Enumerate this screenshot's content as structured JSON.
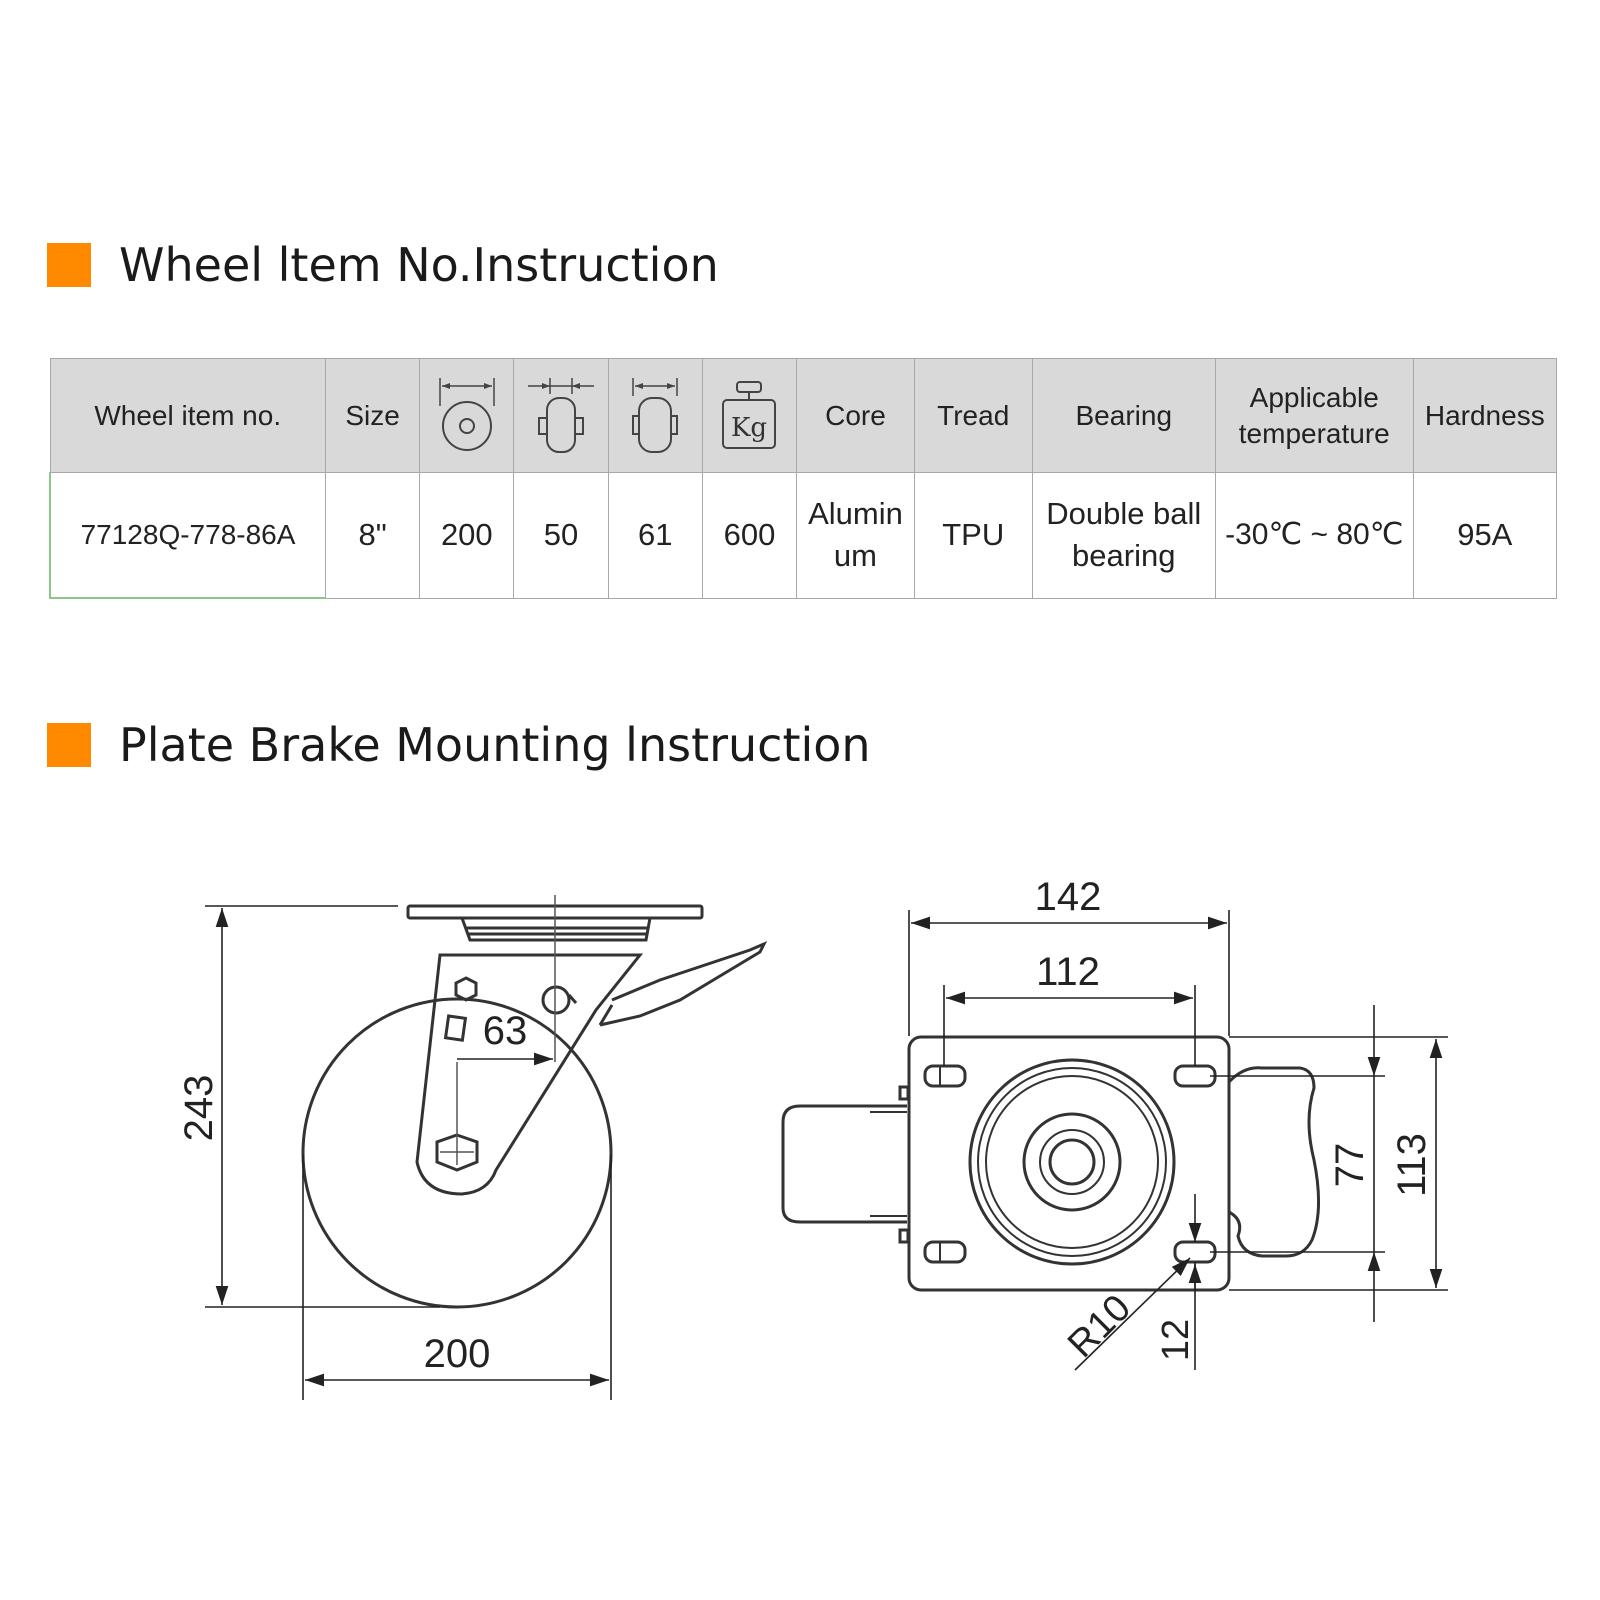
{
  "accent_color": "#ff8a00",
  "section1": {
    "title": "Wheel ltem No.Instruction"
  },
  "section2": {
    "title": "Plate Brake Mounting lnstruction"
  },
  "table": {
    "headers": {
      "item_no": "Wheel item no.",
      "size": "Size",
      "diameter_icon": "wheel-diameter-icon",
      "width_icon": "wheel-width-icon",
      "tread_width_icon": "tread-width-icon",
      "load_icon": "load-weight-icon",
      "load_icon_text": "Kg",
      "core": "Core",
      "tread": "Tread",
      "bearing": "Bearing",
      "temp_line1": "Applicable",
      "temp_line2": "temperature",
      "hardness": "Hardness"
    },
    "row": {
      "item_no": "77128Q-778-86A",
      "size": "8\"",
      "diameter": "200",
      "width": "50",
      "tread_width": "61",
      "load": "600",
      "core_line1": "Alumin",
      "core_line2": "um",
      "tread": "TPU",
      "bearing_line1": "Double ball",
      "bearing_line2": "bearing",
      "temperature": "-30℃ ~ 80℃",
      "hardness": "95A"
    }
  },
  "dimensions": {
    "height": "243",
    "wheel_diameter": "200",
    "offset": "63",
    "plate_width": "142",
    "hole_spacing_x": "112",
    "hole_spacing_y": "77",
    "plate_length": "113",
    "corner_radius": "R10",
    "hole_size": "12"
  }
}
